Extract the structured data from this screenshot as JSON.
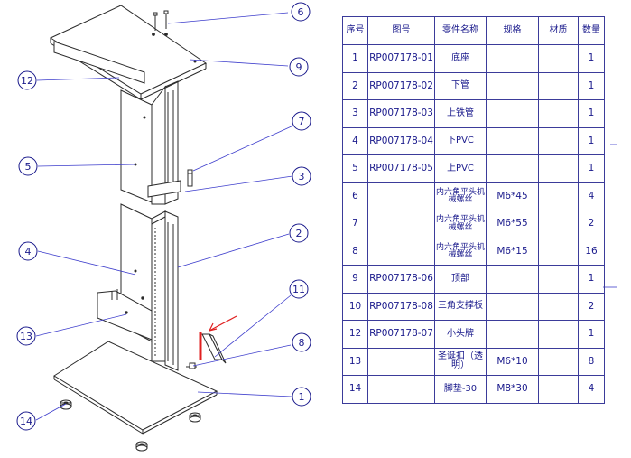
{
  "colors": {
    "line": "#1a1a8c",
    "leader": "#3d3dcc",
    "part": "#2b2b2b",
    "marker": "#e02020"
  },
  "balloons": [
    "1",
    "2",
    "3",
    "4",
    "5",
    "6",
    "7",
    "8",
    "9",
    "11",
    "12",
    "13",
    "14"
  ],
  "bom": {
    "headers": [
      "序号",
      "图号",
      "零件名称",
      "规格",
      "材质",
      "数量"
    ],
    "rows": [
      {
        "no": "1",
        "drawing": "RP007178-01",
        "name": "底座",
        "spec": "",
        "material": "",
        "qty": "1"
      },
      {
        "no": "2",
        "drawing": "RP007178-02",
        "name": "下管",
        "spec": "",
        "material": "",
        "qty": "1"
      },
      {
        "no": "3",
        "drawing": "RP007178-03",
        "name": "上铁管",
        "spec": "",
        "material": "",
        "qty": "1"
      },
      {
        "no": "4",
        "drawing": "RP007178-04",
        "name": "下PVC",
        "spec": "",
        "material": "",
        "qty": "1"
      },
      {
        "no": "5",
        "drawing": "RP007178-05",
        "name": "上PVC",
        "spec": "",
        "material": "",
        "qty": "1"
      },
      {
        "no": "6",
        "drawing": "",
        "name": "内六角平头机械螺丝",
        "spec": "M6*45",
        "material": "",
        "qty": "4"
      },
      {
        "no": "7",
        "drawing": "",
        "name": "内六角平头机械螺丝",
        "spec": "M6*55",
        "material": "",
        "qty": "2"
      },
      {
        "no": "8",
        "drawing": "",
        "name": "内六角平头机械螺丝",
        "spec": "M6*15",
        "material": "",
        "qty": "16"
      },
      {
        "no": "9",
        "drawing": "RP007178-06",
        "name": "顶部",
        "spec": "",
        "material": "",
        "qty": "1"
      },
      {
        "no": "10",
        "drawing": "RP007178-08",
        "name": "三角支撑板",
        "spec": "",
        "material": "",
        "qty": "2"
      },
      {
        "no": "12",
        "drawing": "RP007178-07",
        "name": "小头牌",
        "spec": "",
        "material": "",
        "qty": "1"
      },
      {
        "no": "13",
        "drawing": "",
        "name": "圣诞扣（透明）",
        "spec": "M6*10",
        "material": "",
        "qty": "8"
      },
      {
        "no": "14",
        "drawing": "",
        "name": "脚垫-30",
        "spec": "M8*30",
        "material": "",
        "qty": "4"
      }
    ]
  }
}
